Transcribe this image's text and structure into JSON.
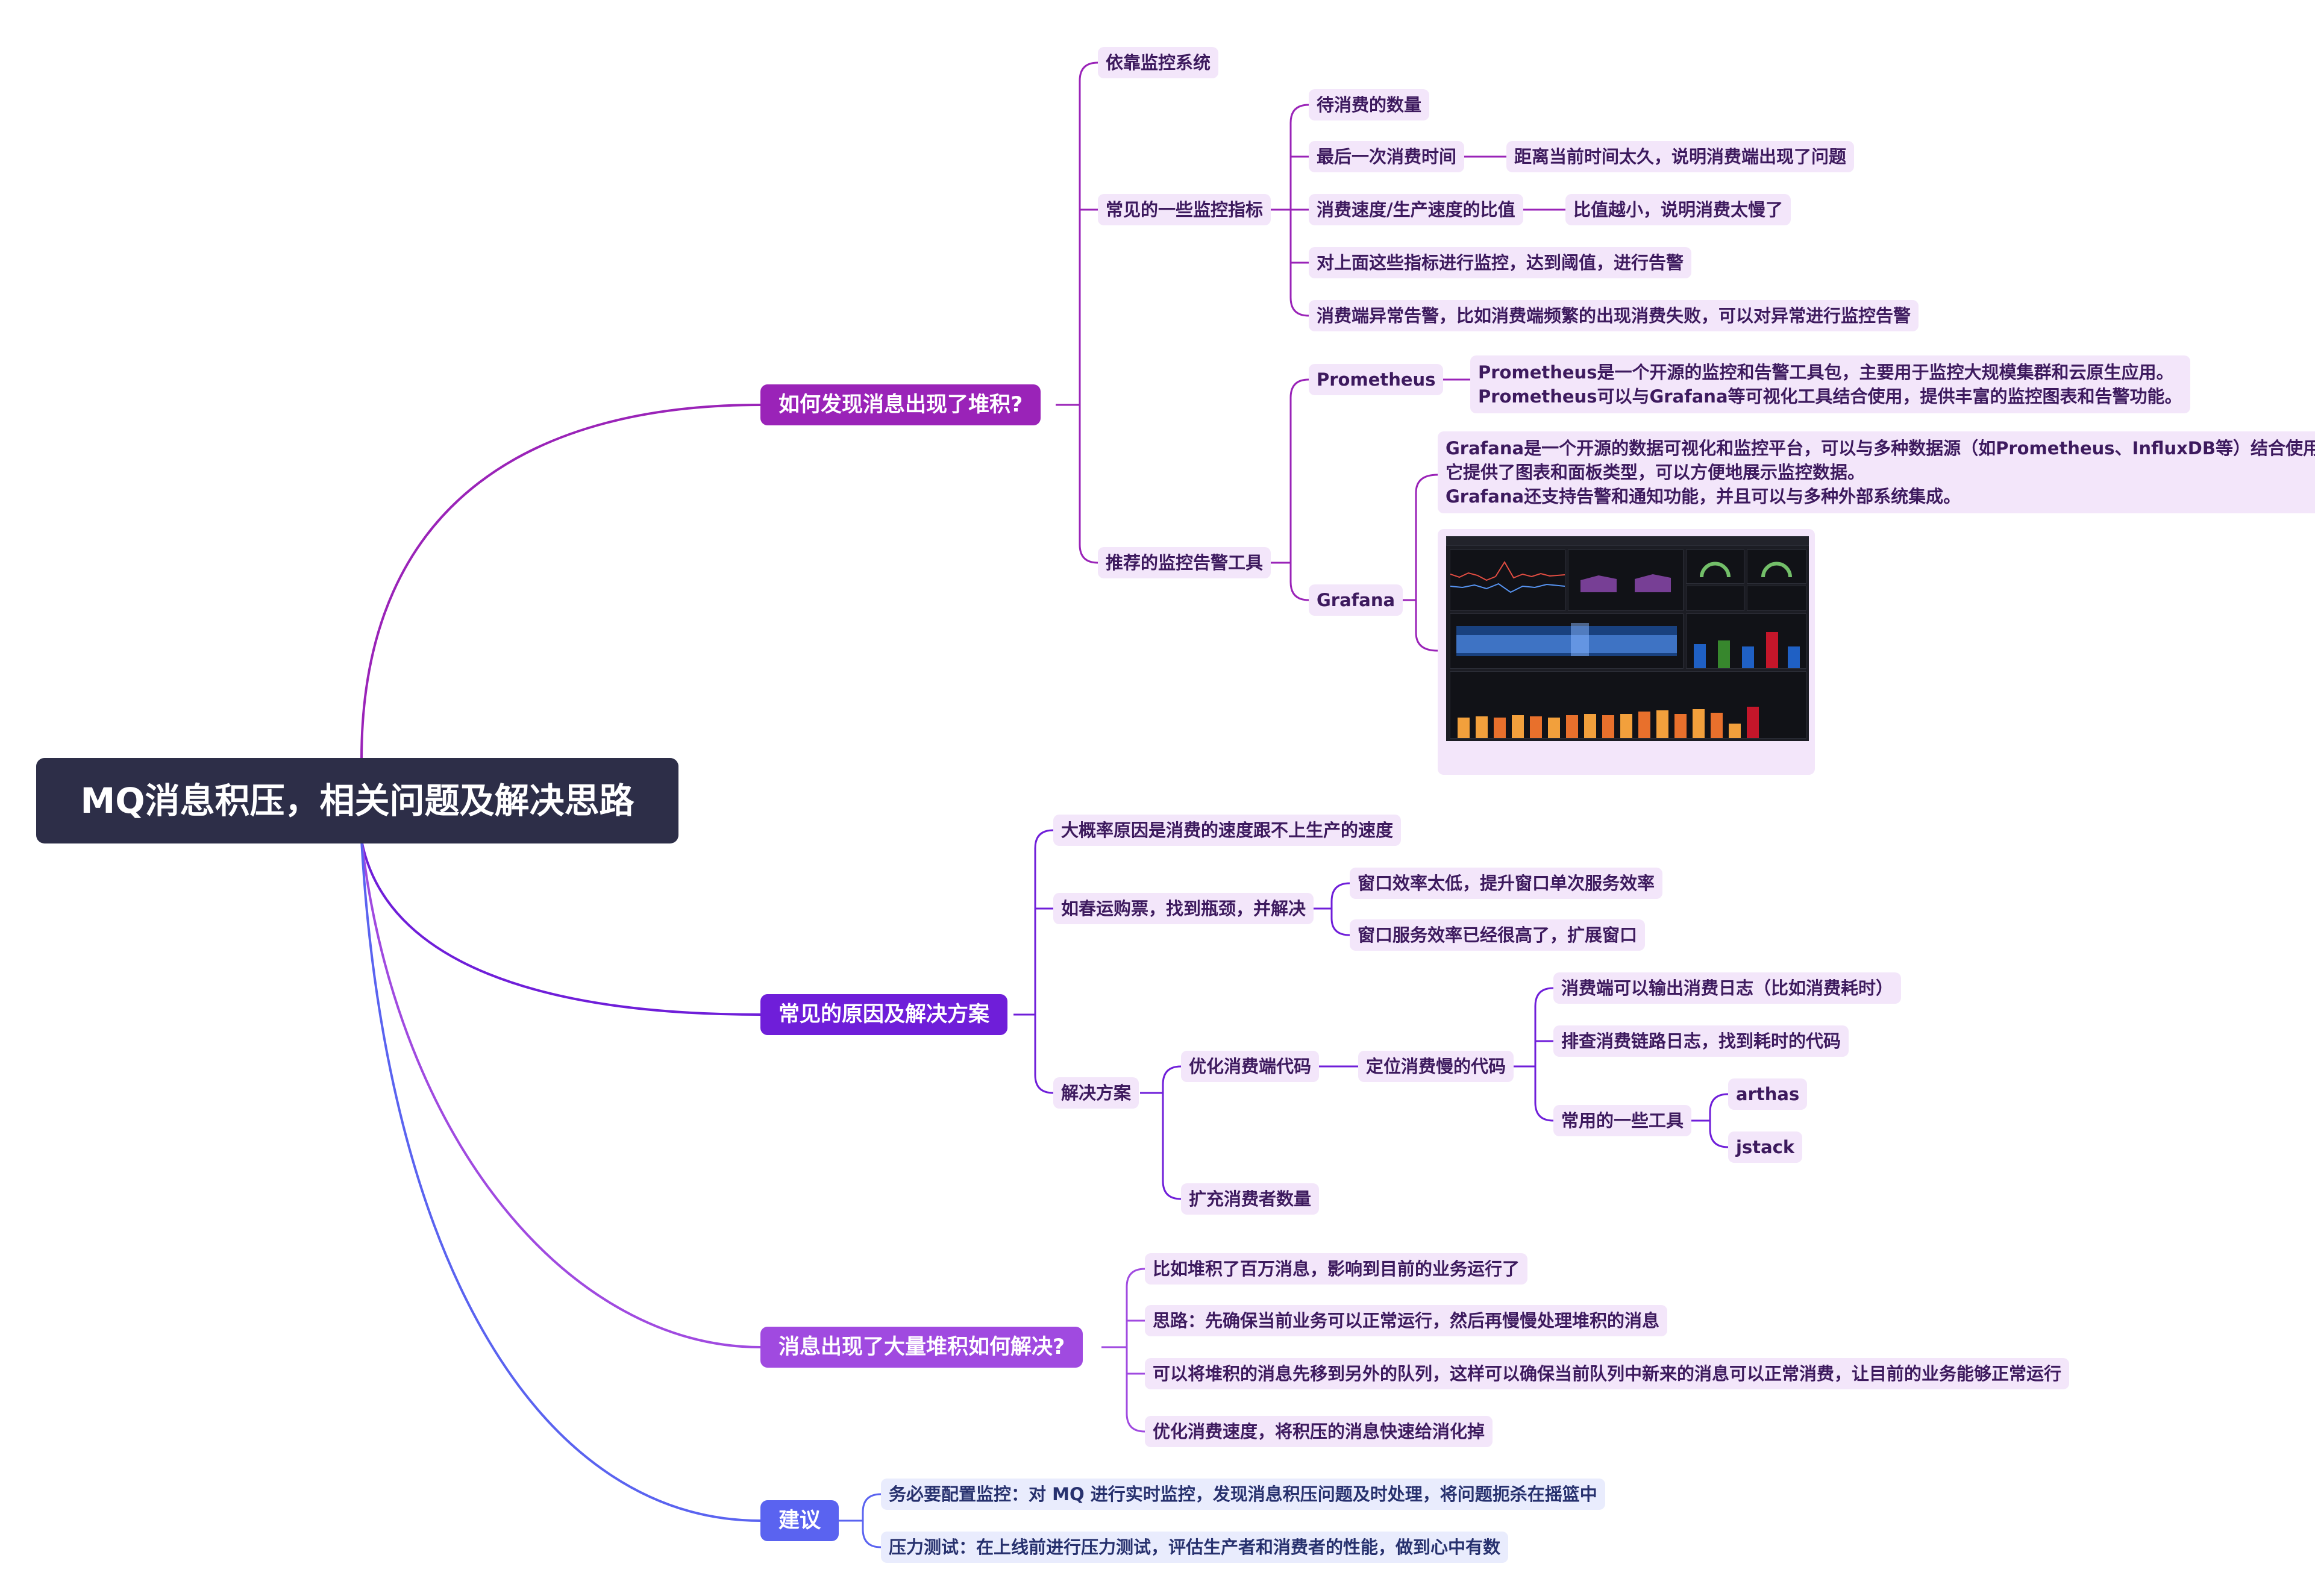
{
  "root": {
    "label": "MQ消息积压，相关问题及解决思路"
  },
  "colors": {
    "root": "#2d2e48",
    "branch1": "#9a23b8",
    "branch2": "#6f1ed9",
    "branch3": "#a04ae0",
    "branch4": "#5a63f0",
    "sub_bg": "#f3e6fa"
  },
  "branch1": {
    "label": "如何发现消息出现了堆积?",
    "rely": "依靠监控系统",
    "metrics": {
      "label": "常见的一些监控指标",
      "m1": "待消费的数量",
      "m2": "最后一次消费时间",
      "m2_note": "距离当前时间太久，说明消费端出现了问题",
      "m3": "消费速度/生产速度的比值",
      "m3_note": "比值越小，说明消费太慢了",
      "m4": "对上面这些指标进行监控，达到阈值，进行告警",
      "m5": "消费端异常告警，比如消费端频繁的出现消费失败，可以对异常进行监控告警"
    },
    "tools": {
      "label": "推荐的监控告警工具",
      "prometheus": "Prometheus",
      "prometheus_desc": [
        "Prometheus是一个开源的监控和告警工具包，主要用于监控大规模集群和云原生应用。",
        "Prometheus可以与Grafana等可视化工具结合使用，提供丰富的监控图表和告警功能。"
      ],
      "grafana": "Grafana",
      "grafana_desc": [
        "Grafana是一个开源的数据可视化和监控平台，可以与多种数据源（如Prometheus、InfluxDB等）结合使用。",
        "它提供了图表和面板类型，可以方便地展示监控数据。",
        "Grafana还支持告警和通知功能，并且可以与多种外部系统集成。"
      ]
    }
  },
  "branch2": {
    "label": "常见的原因及解决方案",
    "c1": "大概率原因是消费的速度跟不上生产的速度",
    "c2": {
      "label": "如春运购票，找到瓶颈，并解决",
      "a": "窗口效率太低，提升窗口单次服务效率",
      "b": "窗口服务效率已经很高了，扩展窗口"
    },
    "c3": {
      "label": "解决方案",
      "optimize": "优化消费端代码",
      "locate": "定位消费慢的代码",
      "l1": "消费端可以输出消费日志（比如消费耗时）",
      "l2": "排查消费链路日志，找到耗时的代码",
      "l3": "常用的一些工具",
      "t1": "arthas",
      "t2": "jstack",
      "expand": "扩充消费者数量"
    }
  },
  "branch3": {
    "label": "消息出现了大量堆积如何解决?",
    "s1": "比如堆积了百万消息，影响到目前的业务运行了",
    "s2": "思路：先确保当前业务可以正常运行，然后再慢慢处理堆积的消息",
    "s3": "可以将堆积的消息先移到另外的队列，这样可以确保当前队列中新来的消息可以正常消费，让目前的业务能够正常运行",
    "s4": "优化消费速度，将积压的消息快速给消化掉"
  },
  "branch4": {
    "label": "建议",
    "a1": "务必要配置监控：对 MQ 进行实时监控，发现消息积压问题及时处理，将问题扼杀在摇篮中",
    "a2": "压力测试：在上线前进行压力测试，评估生产者和消费者的性能，做到心中有数"
  }
}
